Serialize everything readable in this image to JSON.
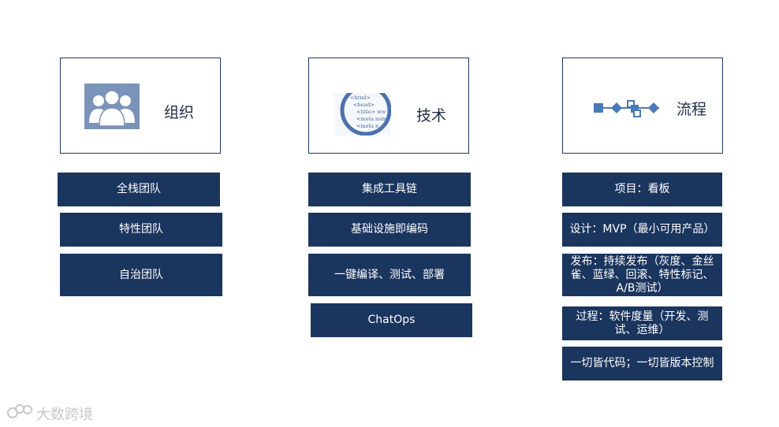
{
  "columns": [
    {
      "title": "组织",
      "icon": "people-group-icon",
      "items": [
        "全栈团队",
        "特性团队",
        "自治团队"
      ]
    },
    {
      "title": "技术",
      "icon": "html-code-magnifier-icon",
      "code_lines": [
        "<html>",
        "<head>",
        "<title> ww",
        "<meta nam",
        "<meta n"
      ],
      "items": [
        "集成工具链",
        "基础设施即编码",
        "一键编译、测试、部署",
        "ChatOps"
      ]
    },
    {
      "title": "流程",
      "icon": "process-flow-icon",
      "items": [
        "项目：看板",
        "设计：MVP（最小可用产品）",
        "发布：持续发布（灰度、金丝雀、蓝绿、回滚、特性标记、A/B测试）",
        "过程：软件度量（开发、测试、运维）",
        "一切皆代码；一切皆版本控制"
      ]
    }
  ],
  "watermark": "大数跨境",
  "colors": {
    "box_fill": "#1a355e",
    "border": "#1f3864",
    "icon_blue": "#4a7ab8"
  }
}
